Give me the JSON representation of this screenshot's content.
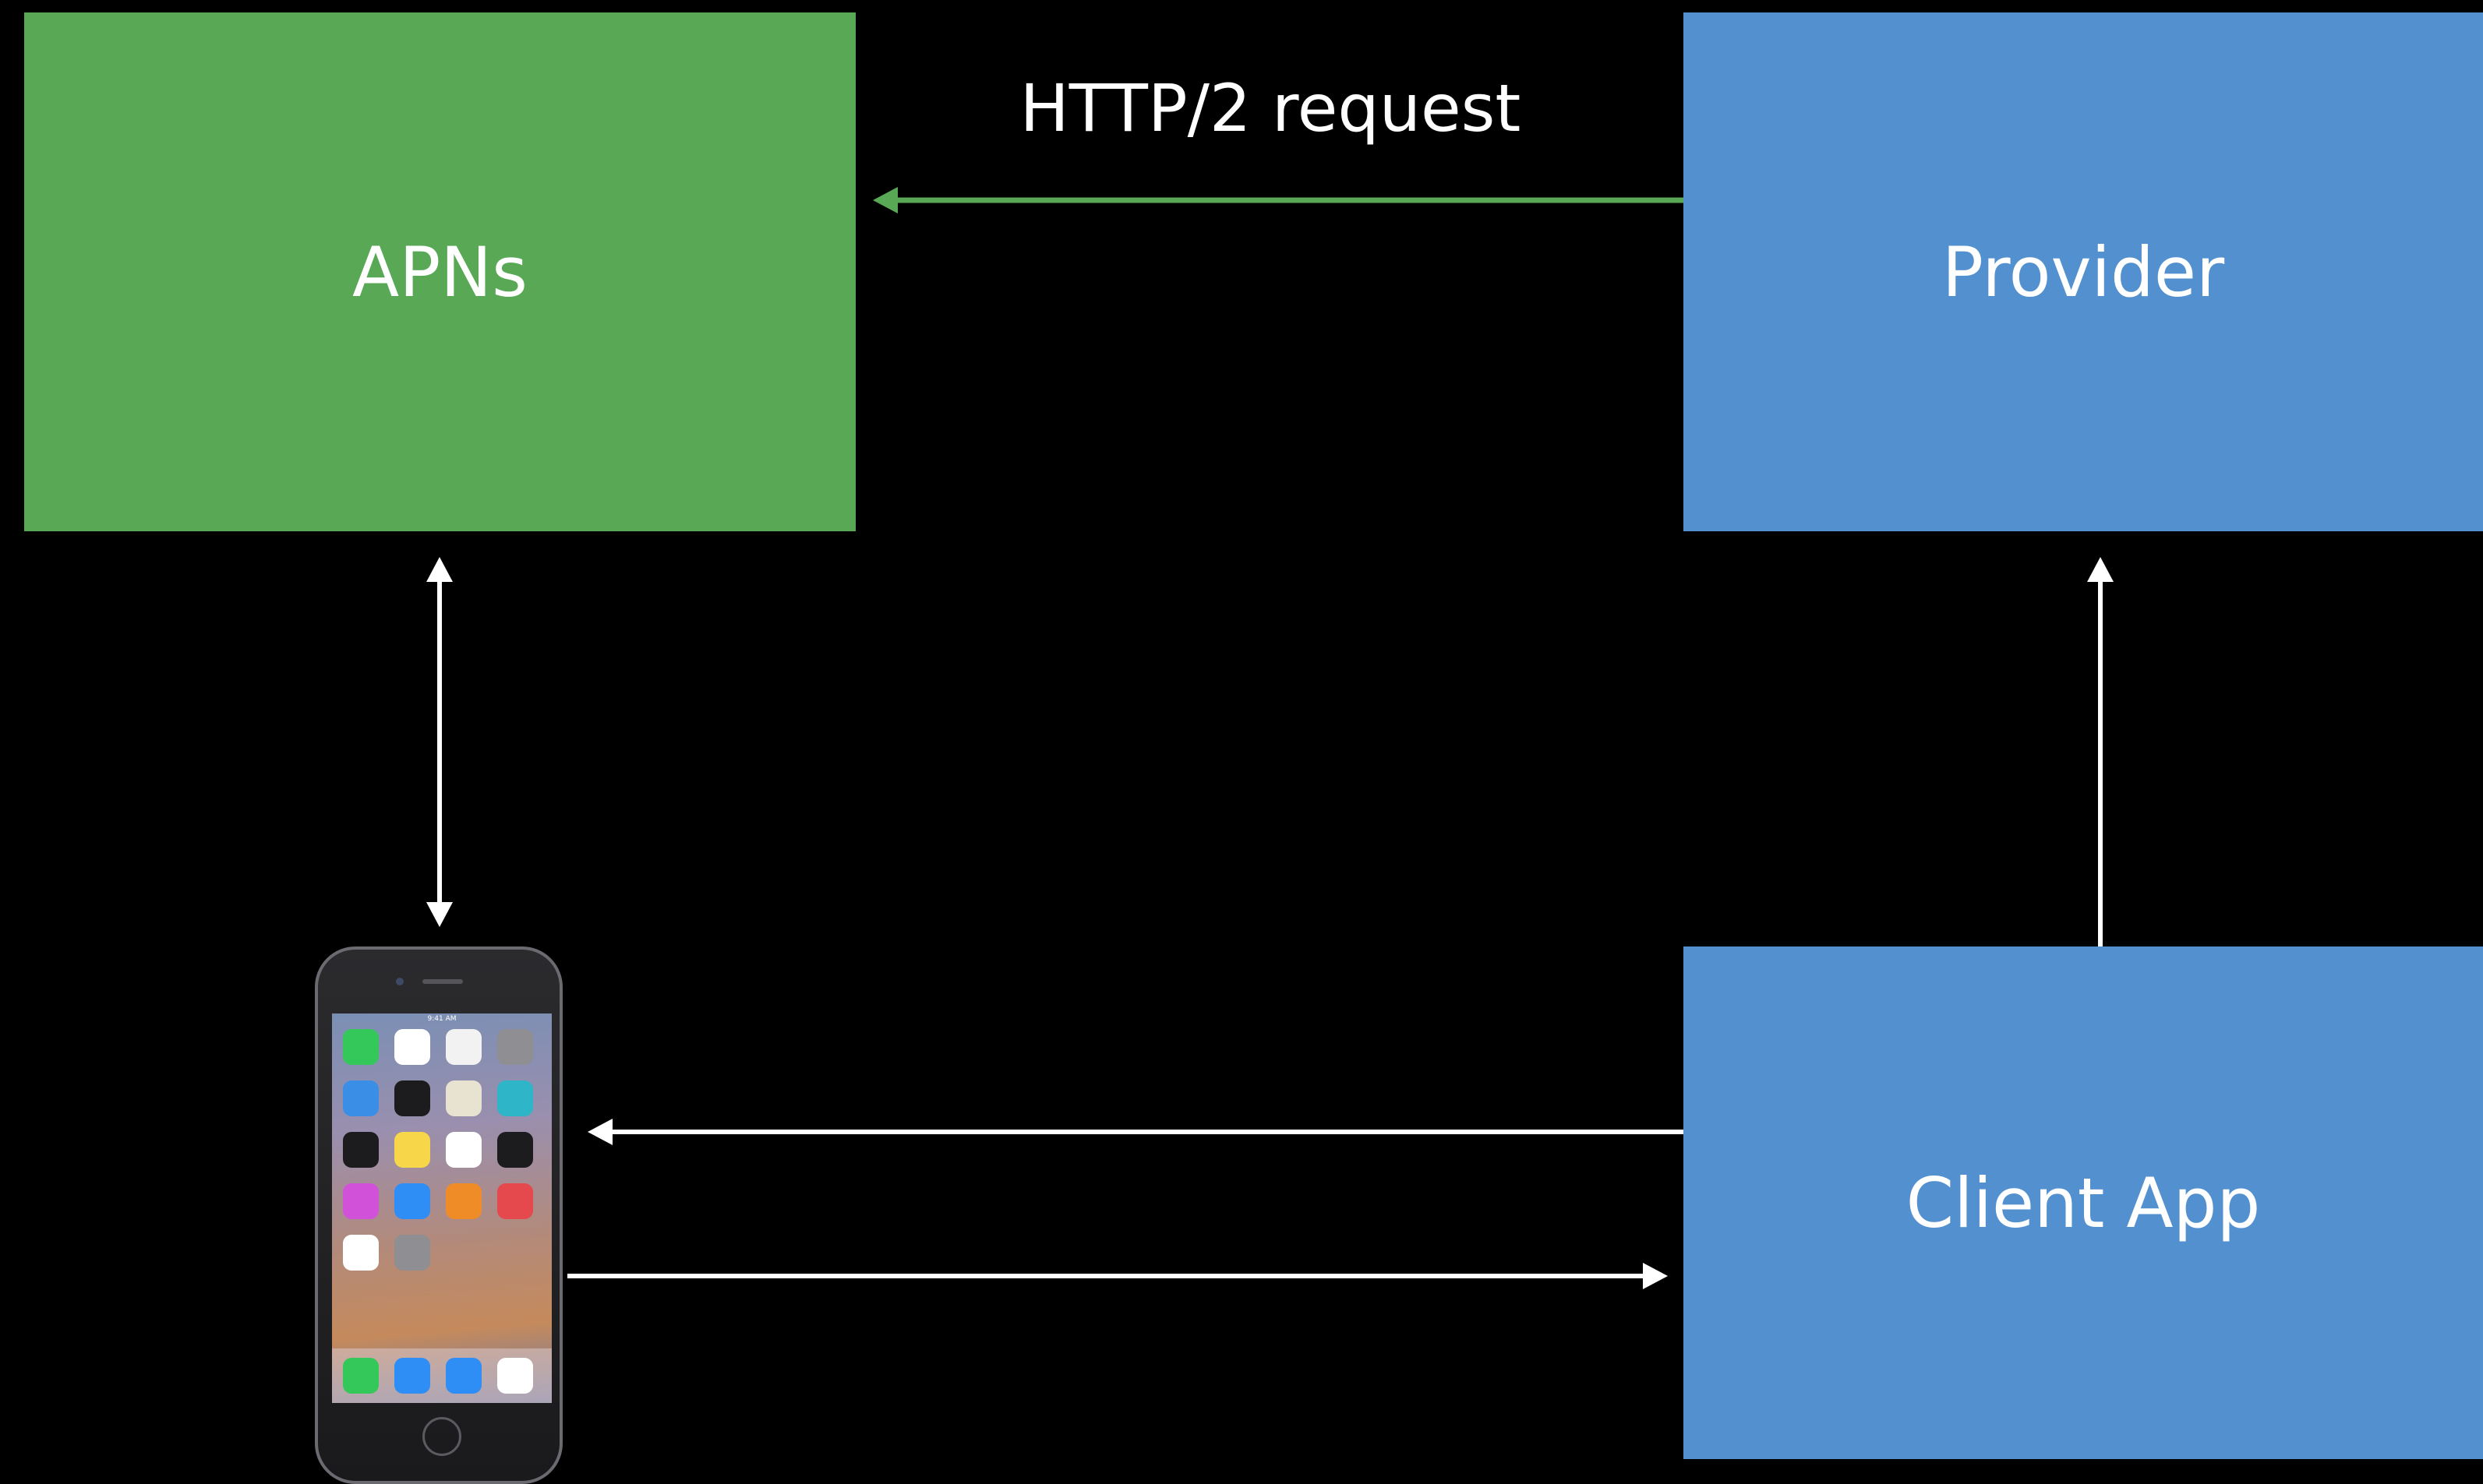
{
  "nodes": {
    "apns": {
      "label": "APNs",
      "color": "#59a856"
    },
    "provider": {
      "label": "Provider",
      "color": "#5390cf"
    },
    "client_app": {
      "label": "Client App",
      "color": "#5390cf"
    }
  },
  "edges": {
    "provider_to_apns": {
      "label": "HTTP/2 request",
      "color": "#59a856"
    },
    "apns_device": {
      "color": "#ffffff"
    },
    "client_to_provider": {
      "color": "#ffffff"
    },
    "client_to_device": {
      "color": "#ffffff"
    },
    "device_to_client": {
      "color": "#ffffff"
    }
  },
  "device": {
    "icon": "iphone-icon",
    "status_time": "9:41 AM",
    "apps": [
      {
        "icon": "messages-icon",
        "color": "#34c759"
      },
      {
        "icon": "calendar-icon",
        "color": "#ffffff"
      },
      {
        "icon": "photos-icon",
        "color": "#f2f2f2"
      },
      {
        "icon": "camera-icon",
        "color": "#8e8e93"
      },
      {
        "icon": "weather-icon",
        "color": "#3a8ee6"
      },
      {
        "icon": "clock-icon",
        "color": "#1c1c1e"
      },
      {
        "icon": "maps-icon",
        "color": "#e8e3d0"
      },
      {
        "icon": "videos-icon",
        "color": "#2fb5c8"
      },
      {
        "icon": "wallet-icon",
        "color": "#1c1c1e"
      },
      {
        "icon": "notes-icon",
        "color": "#f7d64a"
      },
      {
        "icon": "reminders-icon",
        "color": "#ffffff"
      },
      {
        "icon": "stocks-icon",
        "color": "#1c1c1e"
      },
      {
        "icon": "itunes-store-icon",
        "color": "#d152d8"
      },
      {
        "icon": "app-store-icon",
        "color": "#2f8ef5"
      },
      {
        "icon": "books-icon",
        "color": "#f08c28"
      },
      {
        "icon": "news-icon",
        "color": "#e5484d"
      },
      {
        "icon": "health-icon",
        "color": "#ffffff"
      },
      {
        "icon": "settings-icon",
        "color": "#8e8e93"
      }
    ],
    "dock": [
      {
        "icon": "phone-app-icon",
        "color": "#34c759"
      },
      {
        "icon": "safari-icon",
        "color": "#2f8ef5"
      },
      {
        "icon": "mail-icon",
        "color": "#2f8ef5"
      },
      {
        "icon": "music-icon",
        "color": "#ffffff"
      }
    ]
  }
}
